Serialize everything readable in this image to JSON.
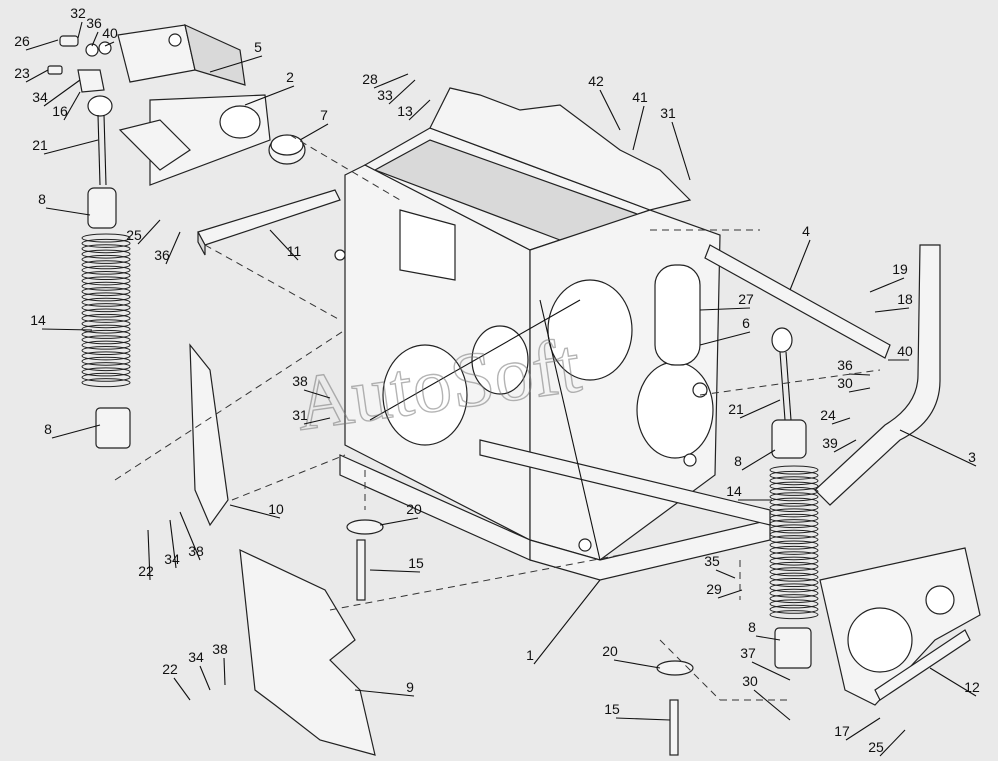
{
  "watermark": "AutoSoft",
  "callouts": [
    {
      "id": "c32a",
      "label": "32"
    },
    {
      "id": "c36a",
      "label": "36"
    },
    {
      "id": "c26",
      "label": "26"
    },
    {
      "id": "c40a",
      "label": "40"
    },
    {
      "id": "c23",
      "label": "23"
    },
    {
      "id": "c34a",
      "label": "34"
    },
    {
      "id": "c16",
      "label": "16"
    },
    {
      "id": "c5",
      "label": "5"
    },
    {
      "id": "c2",
      "label": "2"
    },
    {
      "id": "c21a",
      "label": "21"
    },
    {
      "id": "c7",
      "label": "7"
    },
    {
      "id": "c28",
      "label": "28"
    },
    {
      "id": "c33",
      "label": "33"
    },
    {
      "id": "c13",
      "label": "13"
    },
    {
      "id": "c42",
      "label": "42"
    },
    {
      "id": "c41",
      "label": "41"
    },
    {
      "id": "c31a",
      "label": "31"
    },
    {
      "id": "c8a",
      "label": "8"
    },
    {
      "id": "c25a",
      "label": "25"
    },
    {
      "id": "c36b",
      "label": "36"
    },
    {
      "id": "c11",
      "label": "11"
    },
    {
      "id": "c4",
      "label": "4"
    },
    {
      "id": "c19",
      "label": "19"
    },
    {
      "id": "c18",
      "label": "18"
    },
    {
      "id": "c27",
      "label": "27"
    },
    {
      "id": "c6",
      "label": "6"
    },
    {
      "id": "c14a",
      "label": "14"
    },
    {
      "id": "c36c",
      "label": "36"
    },
    {
      "id": "c40b",
      "label": "40"
    },
    {
      "id": "c30a",
      "label": "30"
    },
    {
      "id": "c38a",
      "label": "38"
    },
    {
      "id": "c21b",
      "label": "21"
    },
    {
      "id": "c31b",
      "label": "31"
    },
    {
      "id": "c24",
      "label": "24"
    },
    {
      "id": "c8b",
      "label": "8"
    },
    {
      "id": "c39",
      "label": "39"
    },
    {
      "id": "c3",
      "label": "3"
    },
    {
      "id": "c8c",
      "label": "8"
    },
    {
      "id": "c14b",
      "label": "14"
    },
    {
      "id": "c10",
      "label": "10"
    },
    {
      "id": "c20a",
      "label": "20"
    },
    {
      "id": "c22a",
      "label": "22"
    },
    {
      "id": "c34b",
      "label": "34"
    },
    {
      "id": "c38b",
      "label": "38"
    },
    {
      "id": "c15a",
      "label": "15"
    },
    {
      "id": "c35",
      "label": "35"
    },
    {
      "id": "c29",
      "label": "29"
    },
    {
      "id": "c1",
      "label": "1"
    },
    {
      "id": "c8d",
      "label": "8"
    },
    {
      "id": "c20b",
      "label": "20"
    },
    {
      "id": "c37",
      "label": "37"
    },
    {
      "id": "c12",
      "label": "12"
    },
    {
      "id": "c22b",
      "label": "22"
    },
    {
      "id": "c34c",
      "label": "34"
    },
    {
      "id": "c38c",
      "label": "38"
    },
    {
      "id": "c9",
      "label": "9"
    },
    {
      "id": "c30b",
      "label": "30"
    },
    {
      "id": "c15b",
      "label": "15"
    },
    {
      "id": "c17",
      "label": "17"
    },
    {
      "id": "c25b",
      "label": "25"
    }
  ]
}
